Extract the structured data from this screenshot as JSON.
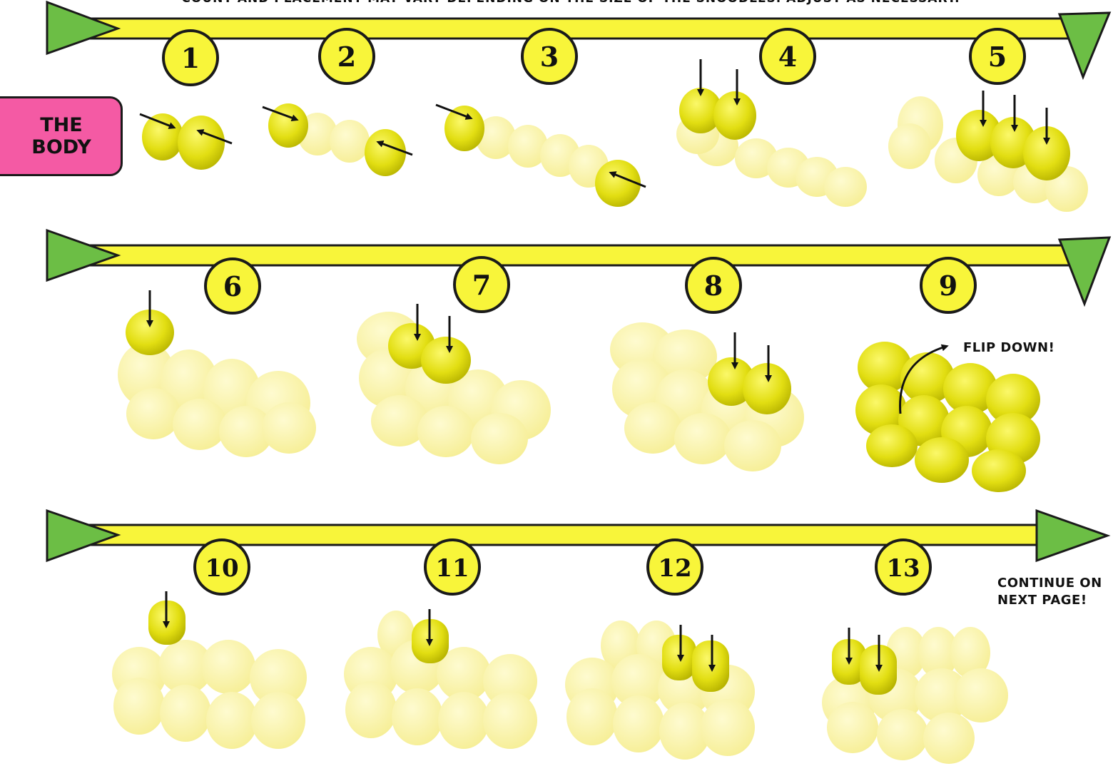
{
  "header_note": "COUNT AND PLACEMENT MAY VARY DEPENDING ON THE SIZE OF THE SNOODLES. ADJUST AS NECESSARY.",
  "section_label_line1": "THE",
  "section_label_line2": "BODY",
  "flip_label": "FLIP DOWN!",
  "continue_line1": "CONTINUE ON",
  "continue_line2": "NEXT PAGE!",
  "steps": [
    "1",
    "2",
    "3",
    "4",
    "5",
    "6",
    "7",
    "8",
    "9",
    "10",
    "11",
    "12",
    "13"
  ],
  "colors": {
    "accent_yellow": "#f8f53a",
    "arrow_green": "#6cbe45",
    "tag_pink": "#f45aa4",
    "piece_yellow": "#e0dc10",
    "faded_piece": "#fbf6a6"
  }
}
